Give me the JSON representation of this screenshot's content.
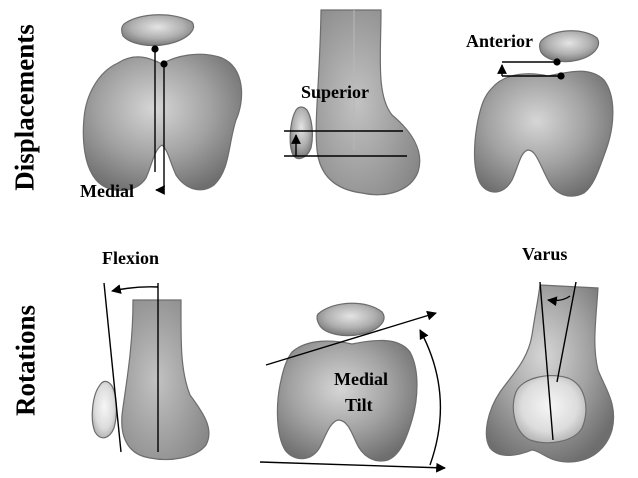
{
  "row_labels": {
    "displacements": "Displacements",
    "rotations": "Rotations"
  },
  "panels": {
    "medial": "Medial",
    "superior": "Superior",
    "anterior": "Anterior",
    "flexion": "Flexion",
    "medial_tilt_line1": "Medial",
    "medial_tilt_line2": "Tilt",
    "varus": "Varus"
  },
  "colors": {
    "bone_light": "#d4d4d4",
    "bone_mid": "#9c9c9c",
    "bone_dark": "#6b6b6b",
    "patella_highlight": "#efefef"
  }
}
